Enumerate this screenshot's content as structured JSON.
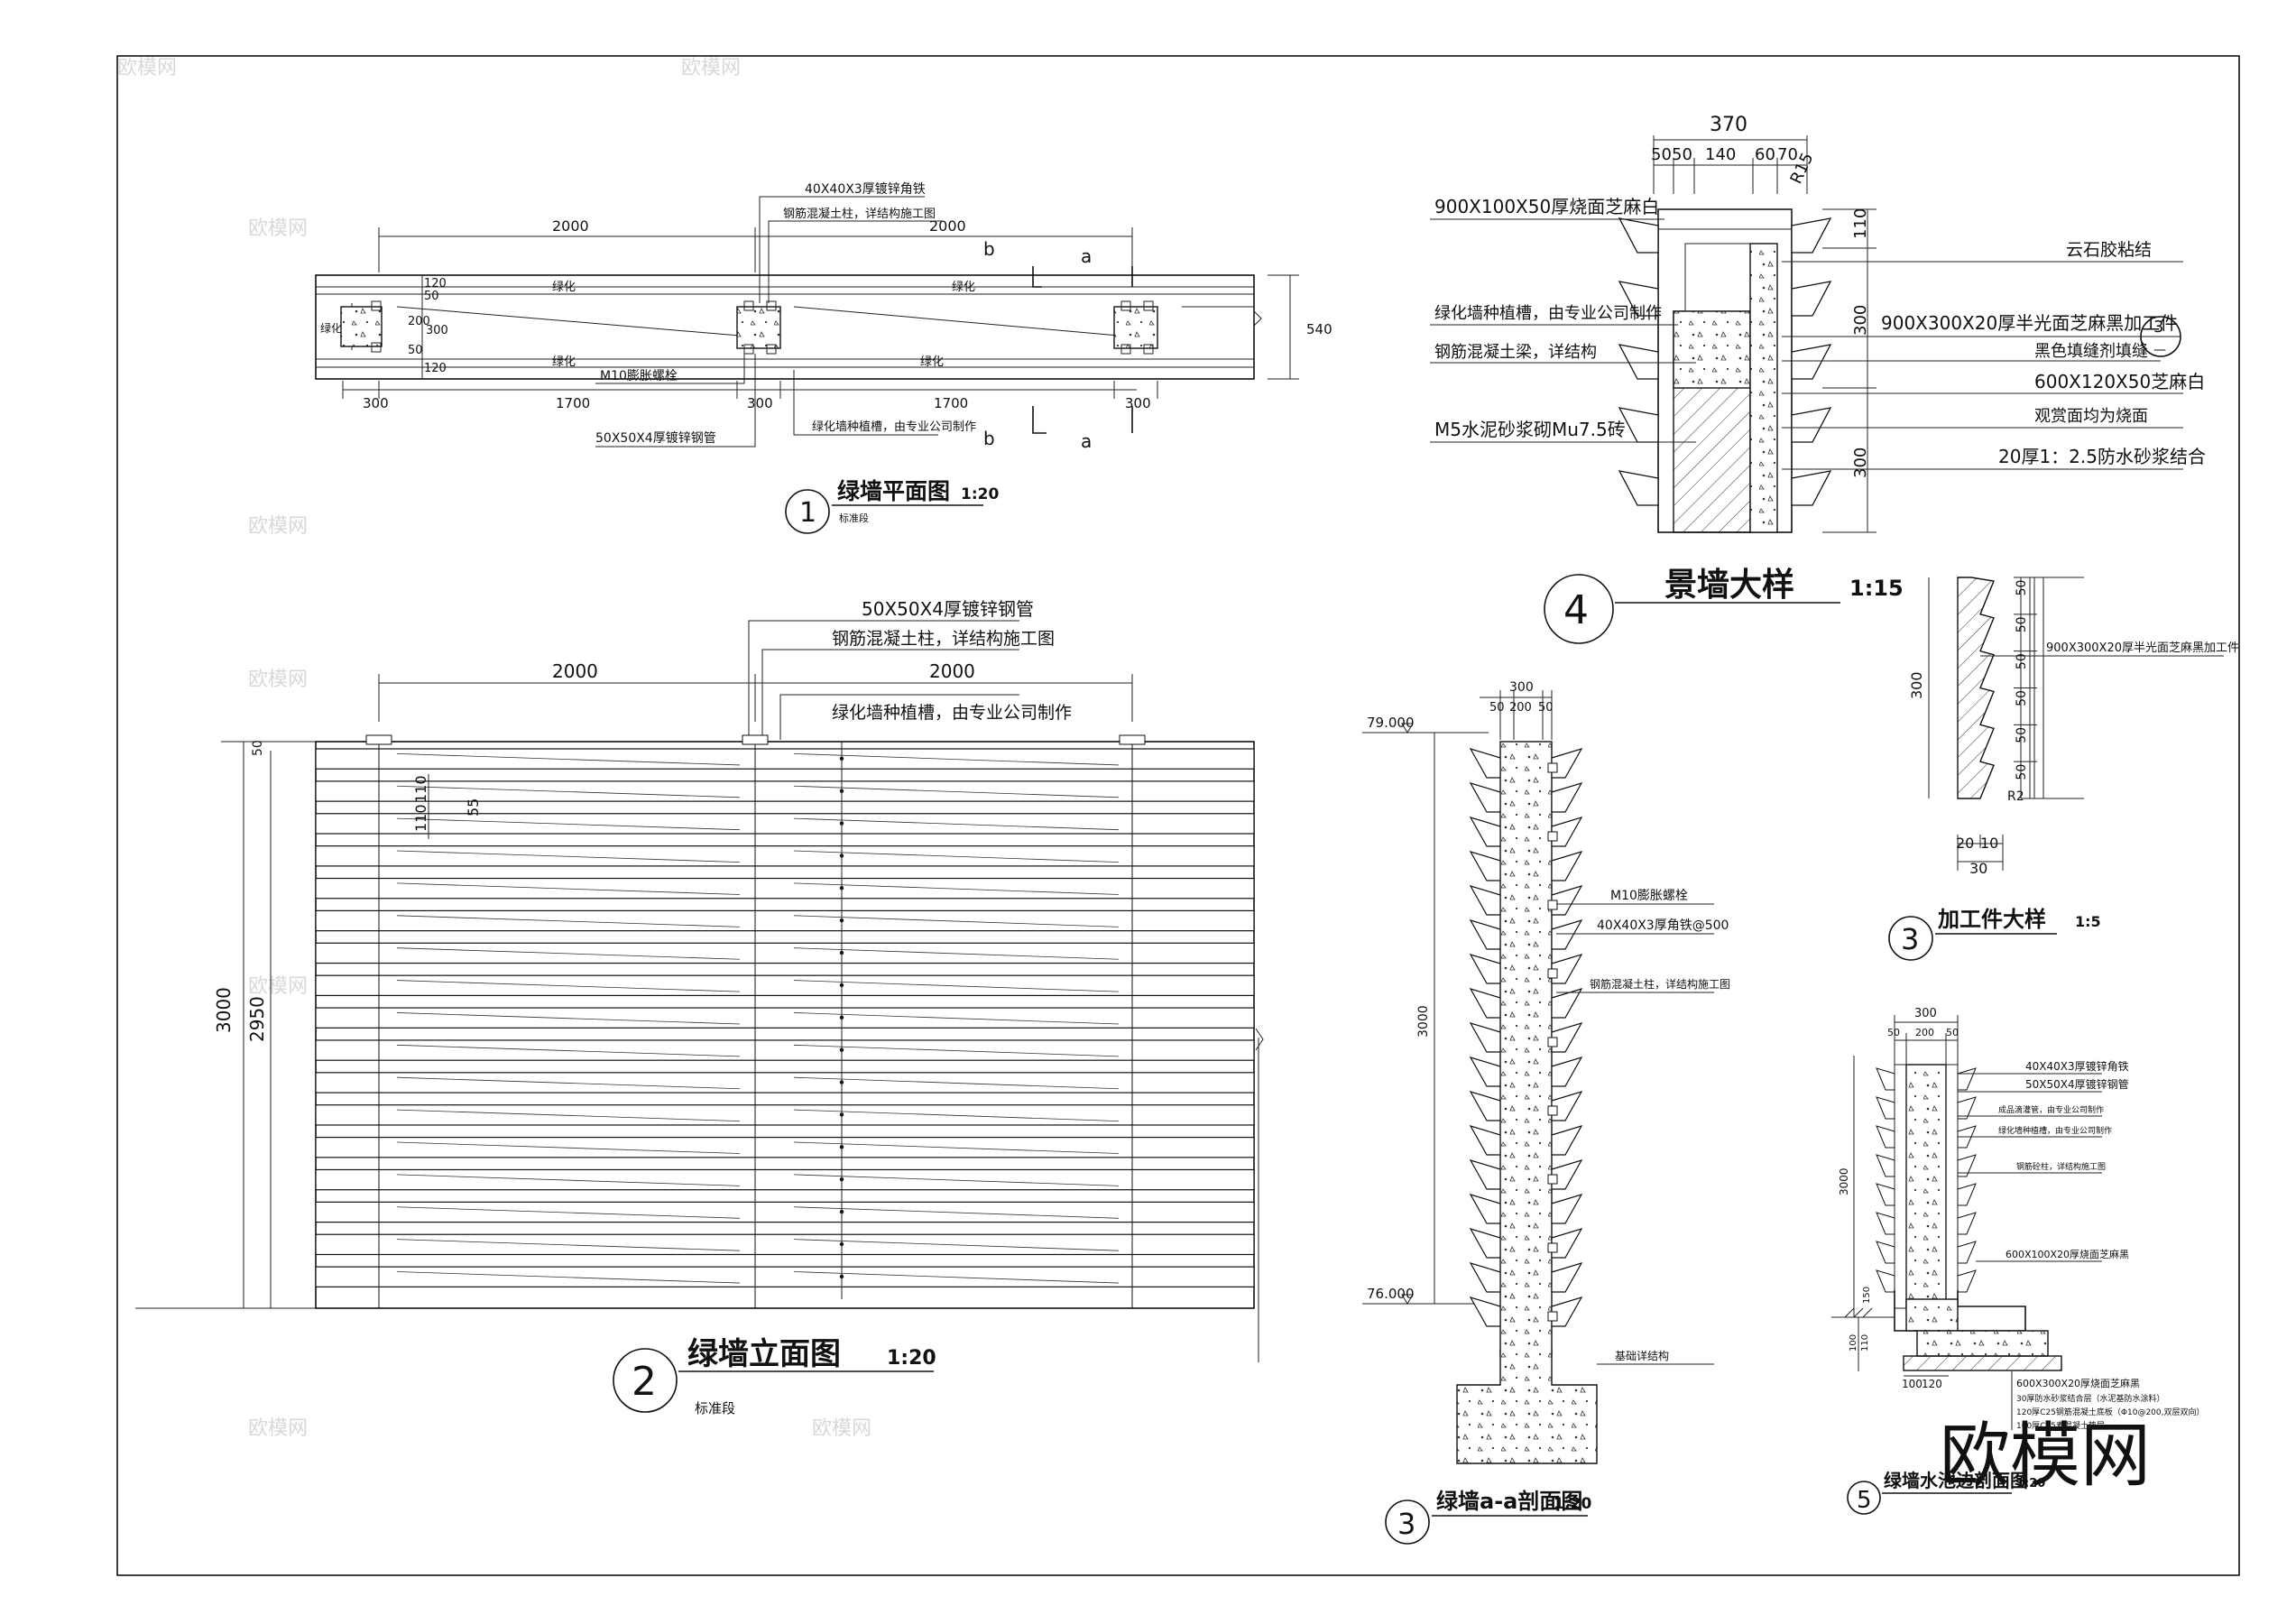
{
  "watermark": {
    "logo": "欧模网",
    "small": "欧模网"
  },
  "plan": {
    "title": "绿墙平面图",
    "scale": "1:20",
    "num": "1",
    "sub": "标准段",
    "dims_top": [
      "2000",
      "2000"
    ],
    "dims_bottom": [
      "300",
      "1700",
      "300",
      "1700",
      "300"
    ],
    "dims_left": [
      "120",
      "50",
      "200",
      "50",
      "300",
      "120"
    ],
    "dim_right": "540",
    "green": [
      "绿化",
      "绿化",
      "绿化",
      "绿化"
    ],
    "green_small": "绿化",
    "cut": [
      "b",
      "a",
      "b",
      "a"
    ],
    "labels": {
      "angle": "40X40X3厚镀锌角铁",
      "column": "钢筋混凝土柱，详结构施工图",
      "bolt": "M10膨胀螺栓",
      "pipe": "50X50X4厚镀锌钢管",
      "planter": "绿化墙种植槽，由专业公司制作"
    }
  },
  "elev": {
    "title": "绿墙立面图",
    "scale": "1:20",
    "num": "2",
    "sub": "标准段",
    "dims_top": [
      "2000",
      "2000"
    ],
    "dim_h": "3000",
    "dim_h2": "2950",
    "dim_50": "50",
    "dim_110a": "110",
    "dim_110b": "110",
    "dim_55": "55",
    "labels": {
      "pipe": "50X50X4厚镀锌钢管",
      "column": "钢筋混凝土柱，详结构施工图",
      "planter": "绿化墙种植槽，由专业公司制作"
    }
  },
  "section": {
    "title": "绿墙a-a剖面图",
    "scale": "1:20",
    "num": "3",
    "top_elev": "79.000",
    "bot_elev": "76.000",
    "dims_top": [
      "300",
      "50",
      "200",
      "50"
    ],
    "dim_h": "3000",
    "labels": {
      "bolt": "M10膨胀螺栓",
      "angle": "40X40X3厚角铁@500",
      "column": "钢筋混凝土柱，详结构施工图",
      "found": "基础详结构"
    }
  },
  "detail4": {
    "title": "景墙大样",
    "scale": "1:15",
    "num": "4",
    "dims_top": [
      "370",
      "50",
      "50",
      "140",
      "60",
      "70"
    ],
    "dim_r": "R15",
    "dims_right": [
      "110",
      "300",
      "300"
    ],
    "labels": {
      "top": "900X100X50厚烧面芝麻白",
      "planter": "绿化墙种植槽，由专业公司制作",
      "beam": "钢筋混凝土梁，详结构",
      "brick": "M5水泥砂浆砌Mu7.5砖",
      "glue": "云石胶粘结",
      "panel": "900X300X20厚半光面芝麻黑加工件",
      "fill": "黑色填缝剂填缝",
      "cap": "600X120X50芝麻白",
      "face": "观赏面均为烧面",
      "mortar": "20厚1：2.5防水砂浆结合"
    },
    "ref_num": "3",
    "ref_den": "—"
  },
  "detail3": {
    "title": "加工件大样",
    "scale": "1:5",
    "num": "3",
    "dim_h": "300",
    "dims_right": [
      "50",
      "50",
      "50",
      "50",
      "50",
      "50"
    ],
    "dims_bottom": [
      "20",
      "10",
      "30"
    ],
    "dim_r": "R2",
    "label": "900X300X20厚半光面芝麻黑加工件"
  },
  "detail5": {
    "title": "绿墙水池边剖面图",
    "scale": "1:20",
    "num": "5",
    "dims_top": [
      "300",
      "50",
      "200",
      "50"
    ],
    "dim_h": "3000",
    "dims_left": [
      "150",
      "100",
      "110"
    ],
    "dims_bottom": [
      "100",
      "120"
    ],
    "labels": {
      "angle": "40X40X3厚镀锌角铁",
      "pipe": "50X50X4厚镀锌钢管",
      "drip": "成品滴灌管，由专业公司制作",
      "planter": "绿化墙种植槽，由专业公司制作",
      "column": "钢筋砼柱，详结构施工图",
      "stone": "600X100X20厚烧面芝麻黑",
      "base1": "600X300X20厚烧面芝麻黑",
      "base2": "30厚防水砂浆结合层（水泥基防水涂料）",
      "base3": "120厚C25钢筋混凝土底板（Φ10@200,双层双向）",
      "base4": "100厚C15素混凝土垫层"
    }
  }
}
